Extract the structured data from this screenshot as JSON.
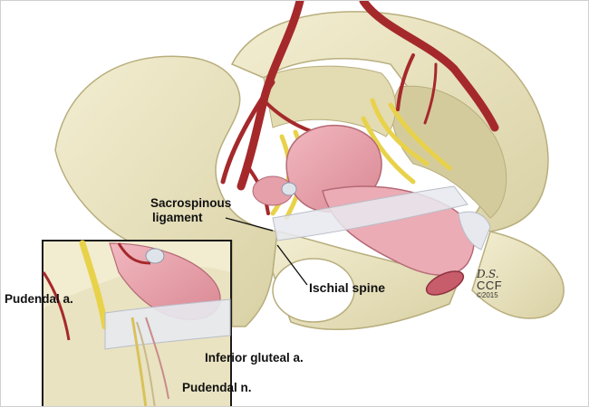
{
  "labels": {
    "sacrospinous_line1": "Sacrospinous",
    "sacrospinous_line2": "ligament",
    "ischial_spine": "Ischial spine",
    "pudendal_artery": "Pudendal a.",
    "inferior_gluteal_artery": "Inferior gluteal a.",
    "pudendal_nerve": "Pudendal n."
  },
  "signature": {
    "initials": "D.S.",
    "org": "CCF",
    "year": "©2015"
  },
  "colors": {
    "bone": "#ece6c3",
    "bone_shadow": "#cfc79a",
    "artery": "#a5292b",
    "nerve": "#e8d24a",
    "organ": "#e9a2ac",
    "ligament": "#e7e9ef",
    "inset_border": "#1a1a1a"
  }
}
